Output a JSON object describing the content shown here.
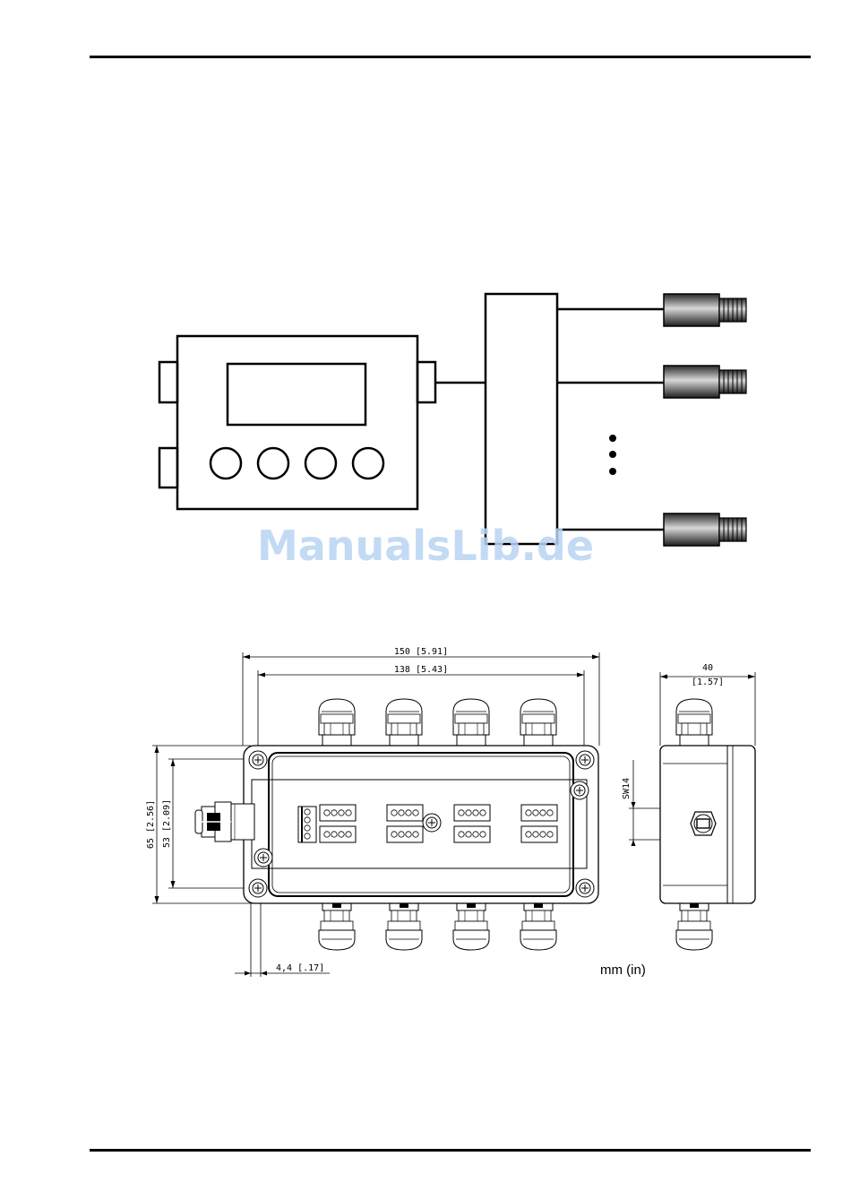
{
  "watermark": {
    "text": "ManualsLib.de"
  },
  "dimensions": {
    "width_outer": "150 [5.91]",
    "width_inner": "138 [5.43]",
    "height_outer": "65 [2.56]",
    "height_inner": "53 [2.09]",
    "offset": "4,4 [.17]",
    "depth_value": "40",
    "depth_inch": "[1.57]",
    "wrench": "SW14",
    "units": "mm (in)"
  }
}
